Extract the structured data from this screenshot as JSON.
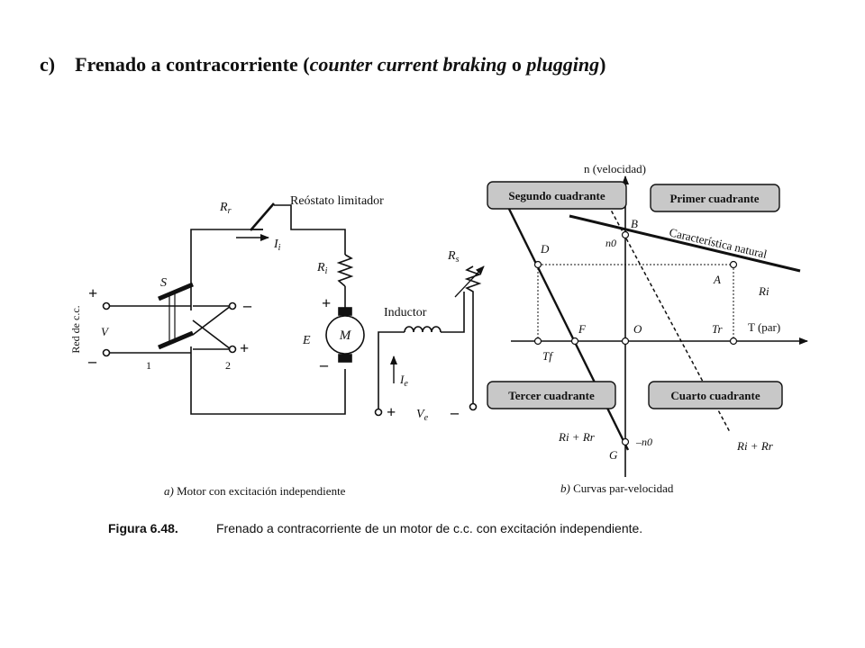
{
  "heading": {
    "prefix": "c)",
    "main": "Frenado a contracorriente (",
    "italic1": "counter current braking",
    "mid": " o ",
    "italic2": "plugging",
    "close": ")"
  },
  "circuit": {
    "red_label": "Red de c.c.",
    "v_label": "V",
    "plus": "+",
    "minus": "–",
    "switch_label": "S",
    "pos1": "1",
    "pos2": "2",
    "rr_label": "R",
    "rr_sub": "r",
    "rheostat_label": "Reóstato limitador",
    "ii_label": "I",
    "ii_sub": "i",
    "ri_label": "R",
    "ri_sub": "i",
    "motor_label": "M",
    "e_label": "E",
    "inductor_label": "Inductor",
    "ie_label": "I",
    "ie_sub": "e",
    "ve_label": "V",
    "ve_sub": "e",
    "rs_label": "R",
    "rs_sub": "s",
    "caption_letter": "a)",
    "caption_text": " Motor con excitación independiente"
  },
  "graph": {
    "y_axis_label": "n (velocidad)",
    "x_axis_label": "T (par)",
    "q2": "Segundo cuadrante",
    "q1": "Primer cuadrante",
    "q3": "Tercer cuadrante",
    "q4": "Cuarto cuadrante",
    "natural": "Característica natural",
    "pt_b": "B",
    "pt_a": "A",
    "pt_d": "D",
    "pt_f": "F",
    "pt_o": "O",
    "pt_g": "G",
    "n0": "n0",
    "minus_n0": "–n0",
    "tr": "Tr",
    "tf": "Tf",
    "ri": "Ri",
    "ri_rr_left": "Ri + Rr",
    "ri_rr_right": "Ri + Rr",
    "caption_letter": "b)",
    "caption_text": " Curvas par-velocidad"
  },
  "figure_caption": {
    "label": "Figura 6.48.",
    "text": "Frenado a contracorriente de un motor de c.c. con excitación independiente."
  }
}
